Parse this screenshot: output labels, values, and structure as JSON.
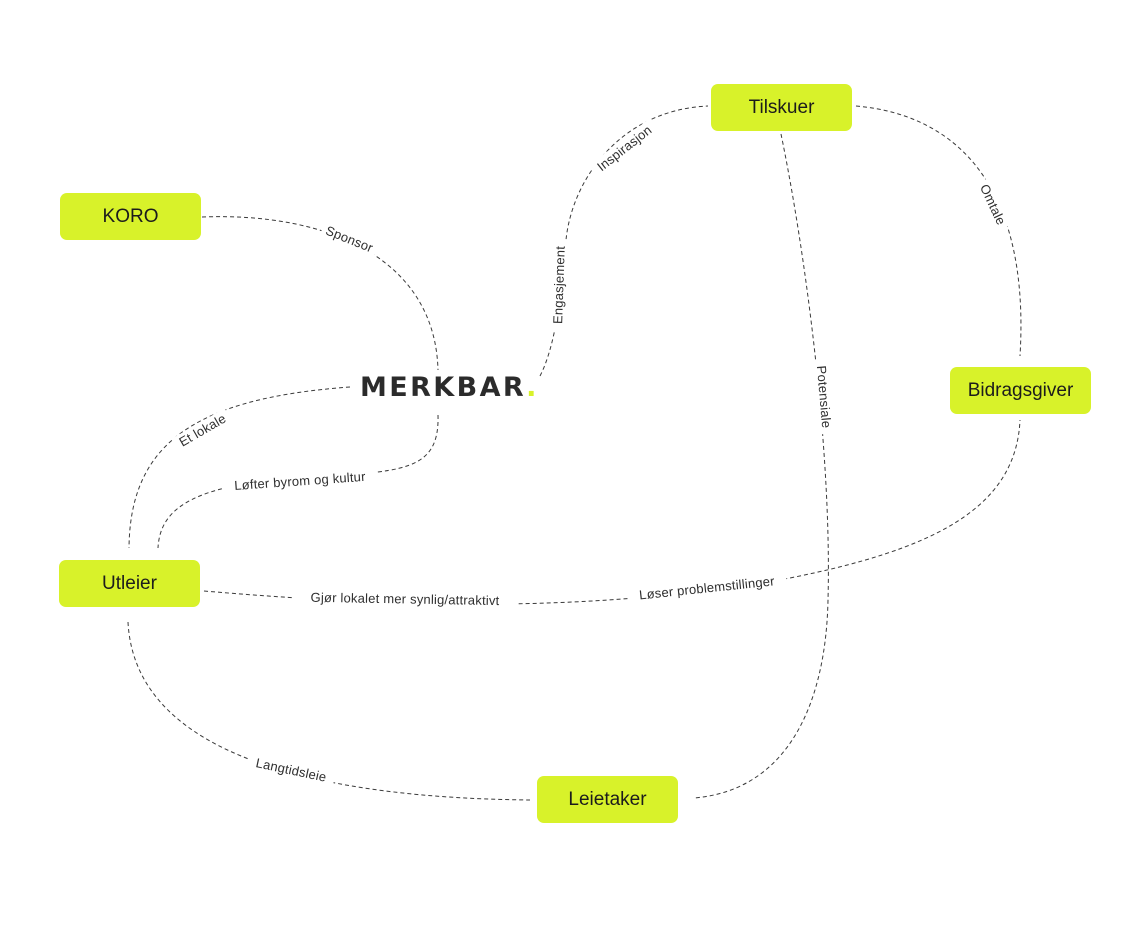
{
  "logo": {
    "text": "MERKBAR",
    "dot": ".",
    "dot_color": "#d8f22a"
  },
  "colors": {
    "node_fill": "#d8f22a",
    "line": "#3a3a3a",
    "text": "#1c1c1c"
  },
  "nodes": {
    "koro": "KORO",
    "tilskuer": "Tilskuer",
    "bidragsgiver": "Bidragsgiver",
    "utleier": "Utleier",
    "leietaker": "Leietaker"
  },
  "edges": {
    "sponsor": "Sponsor",
    "inspirasjon": "Inspirasjon",
    "engasjement": "Engasjement",
    "omtale": "Omtale",
    "potensiale": "Potensiale",
    "et_lokale": "Et lokale",
    "lofter": "Løfter byrom og kultur",
    "gjor_lokalet": "Gjør lokalet mer synlig/attraktivt",
    "loser": "Løser problemstillinger",
    "langtidsleie": "Langtidsleie"
  }
}
